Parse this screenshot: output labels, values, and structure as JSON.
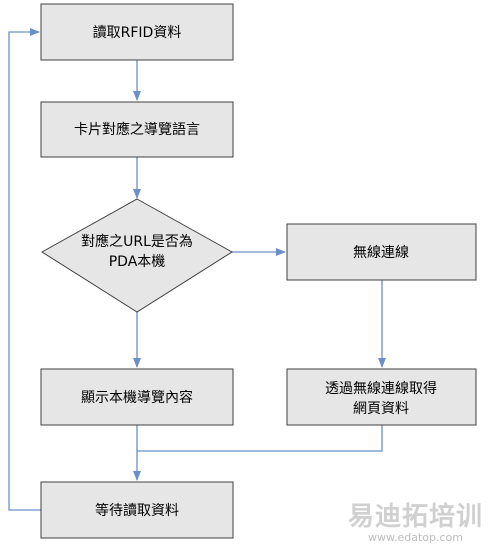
{
  "colors": {
    "node_fill": "#e6e6e6",
    "node_stroke": "#404040",
    "arrow": "#6b8fc7"
  },
  "nodes": {
    "read_rfid": "讀取RFID資料",
    "card_language": "卡片對應之導覽語言",
    "decision_line1": "對應之URL是否為",
    "decision_line2": "PDA本機",
    "wireless": "無線連線",
    "show_local": "顯示本機導覽內容",
    "fetch_line1": "透過無線連線取得",
    "fetch_line2": "網頁資料",
    "wait_read": "等待讀取資料"
  },
  "watermark": {
    "main": "易迪拓培训",
    "sub": "www.edatop.com"
  }
}
